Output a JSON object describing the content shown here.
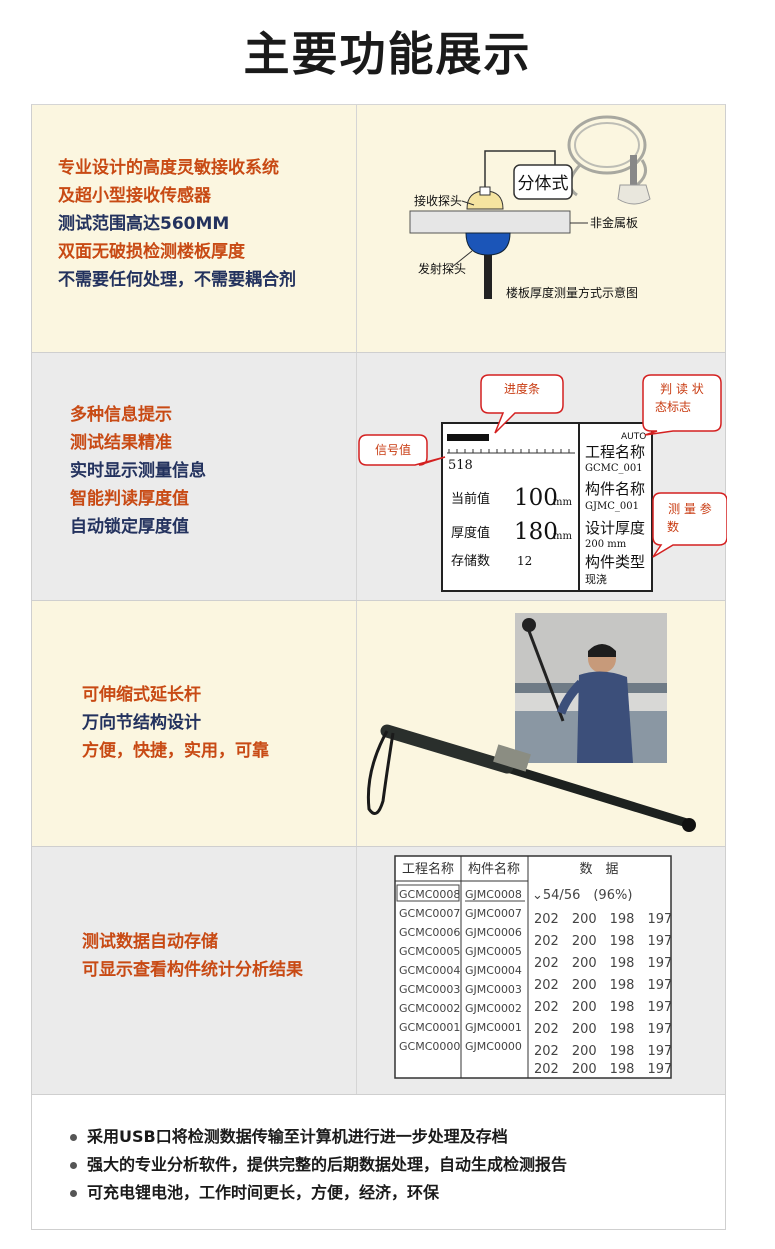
{
  "title": "主要功能展示",
  "section1": {
    "lines": [
      "专业设计的高度灵敏接收系统",
      "及超小型接收传感器",
      "测试范围高达560MM",
      "双面无破损检测楼板厚度",
      "不需要任何处理，不需要耦合剂"
    ],
    "diagram": {
      "split_label": "分体式",
      "receive_probe": "接收探头",
      "nonmetal_plate": "非金属板",
      "emit_probe": "发射探头",
      "caption": "楼板厚度测量方式示意图"
    }
  },
  "section2": {
    "lines": [
      "多种信息提示",
      "测试结果精准",
      "实时显示测量信息",
      "智能判读厚度值",
      "自动锁定厚度值"
    ],
    "screen": {
      "callout_progress": "进度条",
      "callout_state_1": "判 读 状",
      "callout_state_2": "态标志",
      "callout_signal": "信号值",
      "callout_params_1": "测 量 参",
      "callout_params_2": "数",
      "auto": "AUTO",
      "signal_value": "518",
      "current_label": "当前值",
      "current_value": "100",
      "current_unit": "mm",
      "thickness_label": "厚度值",
      "thickness_value": "180",
      "thickness_unit": "mm",
      "count_label": "存储数",
      "count_value": "12",
      "project_label": "工程名称",
      "project_value": "GCMC_001",
      "member_label": "构件名称",
      "member_value": "GJMC_001",
      "design_label": "设计厚度",
      "design_value": "200  mm",
      "type_label": "构件类型",
      "type_value": "现浇"
    }
  },
  "section3": {
    "lines": [
      "可伸缩式延长杆",
      "万向节结构设计",
      "方便，快捷，实用，可靠"
    ]
  },
  "section4": {
    "lines": [
      "测试数据自动存储",
      "可显示查看构件统计分析结果"
    ],
    "table": {
      "headers": [
        "工程名称",
        "构件名称",
        "数　据"
      ],
      "summary": "⌄54/56　(96%)",
      "projects": [
        "GCMC0008",
        "GCMC0007",
        "GCMC0006",
        "GCMC0005",
        "GCMC0004",
        "GCMC0003",
        "GCMC0002",
        "GCMC0001",
        "GCMC0000"
      ],
      "members": [
        "GJMC0008",
        "GJMC0007",
        "GJMC0006",
        "GJMC0005",
        "GJMC0004",
        "GJMC0003",
        "GJMC0002",
        "GJMC0001",
        "GJMC0000"
      ],
      "data_rows": [
        "202　200　198　197",
        "202　200　198　197",
        "202　200　198　197",
        "202　200　198　197",
        "202　200　198　197",
        "202　200　198　197",
        "202　200　198　197",
        "202　200　198　197"
      ]
    }
  },
  "section5": {
    "bullets": [
      "采用USB口将检测数据传输至计算机进行进一步处理及存档",
      "强大的专业分析软件，提供完整的后期数据处理，自动生成检测报告",
      "可充电锂电池，工作时间更长，方便，经济，环保"
    ]
  }
}
